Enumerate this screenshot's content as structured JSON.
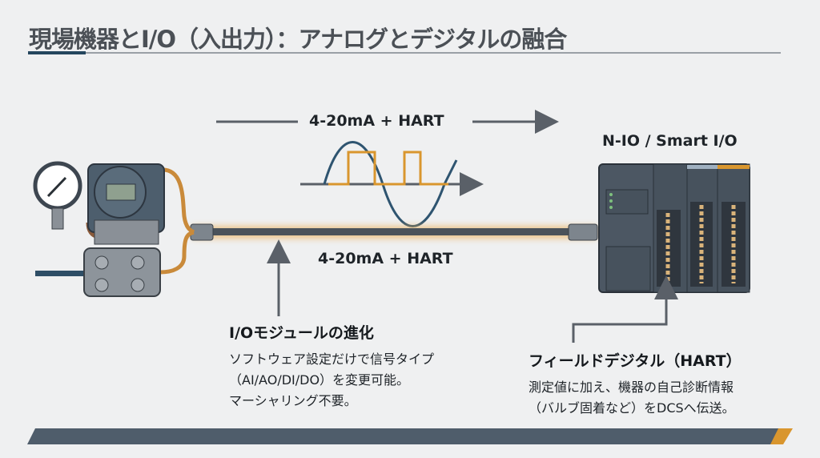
{
  "title": "現場機器とI/O（入出力）：アナログとデジタルの融合",
  "signal_top_label": "4-20mA + HART",
  "signal_cable_label": "4-20mA + HART",
  "io_device_label": "N-IO / Smart I/O",
  "io_module_section": {
    "heading": "I/Oモジュールの進化",
    "lines": [
      "ソフトウェア設定だけで信号タイプ",
      "（AI/AO/DI/DO）を変更可能。",
      "マーシャリング不要。"
    ]
  },
  "field_digital_section": {
    "heading": "フィールドデジタル（HART）",
    "lines": [
      "測定値に加え、機器の自己診断情報",
      "（バルブ固着など）をDCSへ伝送。"
    ]
  },
  "colors": {
    "accent_orange": "#d9962e",
    "wave_blue": "#2e5470",
    "slate": "#4f5d6b",
    "title_gray": "#4b5056"
  }
}
